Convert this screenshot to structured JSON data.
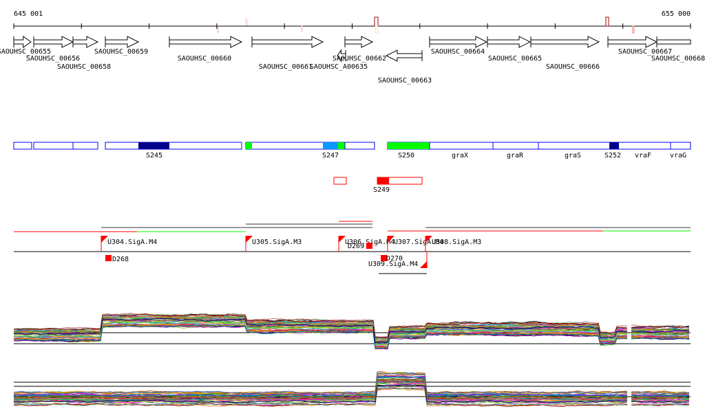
{
  "ruler": {
    "start_label": "645 001",
    "end_label": "655 000"
  },
  "genes": [
    {
      "label": "SAOUHSC_00655",
      "strand": "+"
    },
    {
      "label": "SAOUHSC_00656",
      "strand": "+"
    },
    {
      "label": "SAOUHSC_00658",
      "strand": "+"
    },
    {
      "label": "SAOUHSC_00659",
      "strand": "+"
    },
    {
      "label": "SAOUHSC_00660",
      "strand": "+"
    },
    {
      "label": "SAOUHSC_00661",
      "strand": "+"
    },
    {
      "label": "SAOUHSC_A00635",
      "strand": "-"
    },
    {
      "label": "SAOUHSC_00662",
      "strand": "+"
    },
    {
      "label": "SAOUHSC_00663",
      "strand": "-"
    },
    {
      "label": "SAOUHSC_00664",
      "strand": "+"
    },
    {
      "label": "SAOUHSC_00665",
      "strand": "+"
    },
    {
      "label": "SAOUHSC_00666",
      "strand": "+"
    },
    {
      "label": "SAOUHSC_00667",
      "strand": "+"
    },
    {
      "label": "SAOUHSC_00668",
      "strand": "+"
    }
  ],
  "regions": [
    "S245",
    "S247",
    "S250",
    "graX",
    "graR",
    "graS",
    "S252",
    "vraF",
    "vraG"
  ],
  "antisense_regions": [
    "S249"
  ],
  "promoters": [
    "U304.SigA.M4",
    "U305.SigA.M3",
    "U306.SigA.M4",
    "U307.SigA.M4",
    "U308.SigA.M3",
    "U309.SigA.M4"
  ],
  "terminators": [
    "D268",
    "D269",
    "D270"
  ],
  "colors": {
    "gene_box": "#0000ff",
    "highlight_dark": "#00008b",
    "highlight_green": "#00ff00",
    "highlight_light": "#0099ff",
    "antisense": "#ff0000"
  }
}
